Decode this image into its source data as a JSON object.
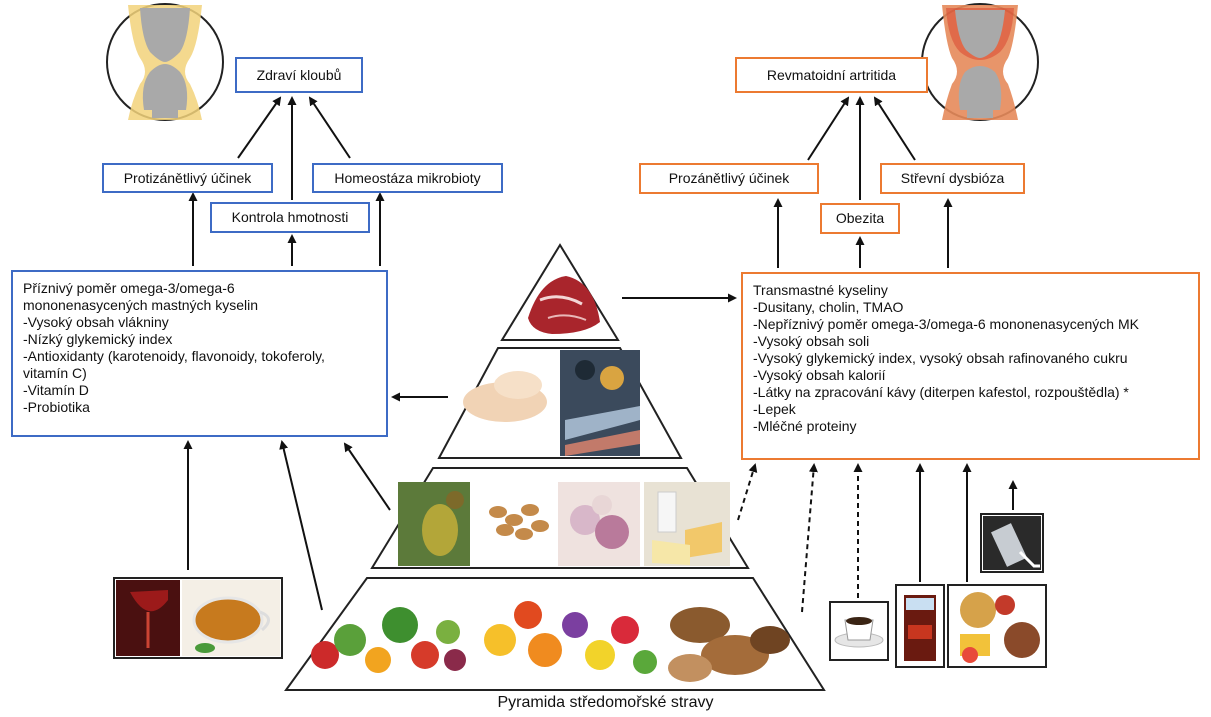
{
  "left": {
    "title": "Zdraví kloubů",
    "effects": [
      "Protizánětlivý účinek",
      "Kontrola hmotnosti",
      "Homeostáza mikrobioty"
    ],
    "factors": [
      "Příznivý poměr omega-3/omega-6",
      "mononenasycených mastných kyselin",
      "-Vysoký obsah vlákniny",
      "-Nízký glykemický index",
      "-Antioxidanty (karotenoidy, flavonoidy, tokoferoly,",
      "vitamín C)",
      "-Vitamín D",
      "-Probiotika"
    ]
  },
  "right": {
    "title": "Revmatoidní artritida",
    "effects": [
      "Prozánětlivý účinek",
      "Obezita",
      "Střevní dysbióza"
    ],
    "factors": [
      "Transmastné kyseliny",
      "-Dusitany, cholin, TMAO",
      "-Nepříznivý poměr omega-3/omega-6 mononenasycených MK",
      "-Vysoký obsah soli",
      "-Vysoký glykemický index, vysoký obsah rafinovaného cukru",
      "-Vysoký obsah kalorií",
      "-Látky na zpracování kávy (diterpen kafestol, rozpouštědla) *",
      "-Lepek",
      "-Mléčné proteiny"
    ]
  },
  "caption": "Pyramida středomořské stravy",
  "colors": {
    "healthy_border": "#3d6bc5",
    "disease_border": "#ec7a31"
  }
}
